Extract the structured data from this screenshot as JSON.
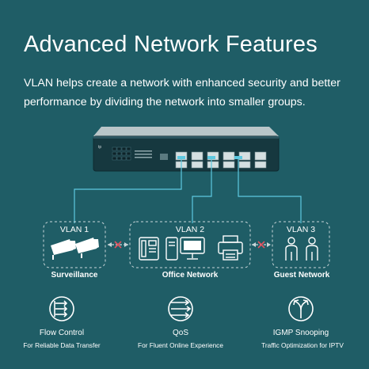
{
  "heading": "Advanced Network Features",
  "description": "VLAN helps create a network with enhanced security and better performance by dividing the network into smaller groups.",
  "groups": [
    {
      "vlan": "VLAN 1",
      "name": "Surveillance"
    },
    {
      "vlan": "VLAN 2",
      "name": "Office Network"
    },
    {
      "vlan": "VLAN 3",
      "name": "Guest Network"
    }
  ],
  "features": [
    {
      "title": "Flow Control",
      "subtitle": "For Reliable Data Transfer",
      "icon": "flow-control-icon"
    },
    {
      "title": "QoS",
      "subtitle": "For Fluent Online Experience",
      "icon": "qos-icon"
    },
    {
      "title": "IGMP Snooping",
      "subtitle": "Traffic Optimization for IPTV",
      "icon": "igmp-snooping-icon"
    }
  ],
  "colors": {
    "background": "#1f5d66",
    "link": "#5ec8e0",
    "blocked": "#e0525f",
    "switch_body": "#1a3d44"
  }
}
